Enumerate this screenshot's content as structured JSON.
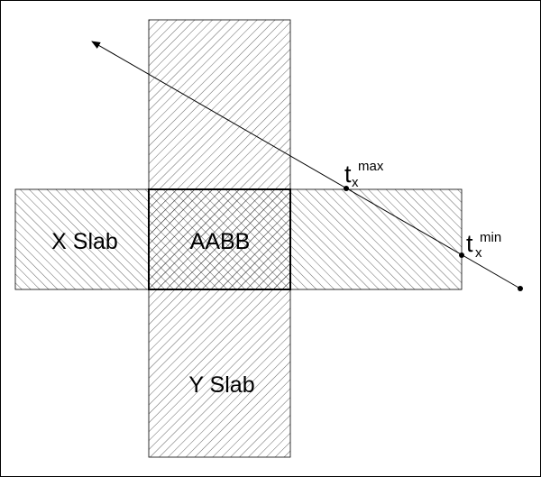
{
  "labels": {
    "x_slab": "X Slab",
    "y_slab": "Y Slab",
    "aabb": "AABB",
    "t_max_base": "t",
    "t_max_sub": "x",
    "t_max_sup": "max",
    "t_min_base": "t",
    "t_min_sub": "x",
    "t_min_sup": "min"
  },
  "colors": {
    "stroke": "#000000",
    "background": "#ffffff"
  }
}
